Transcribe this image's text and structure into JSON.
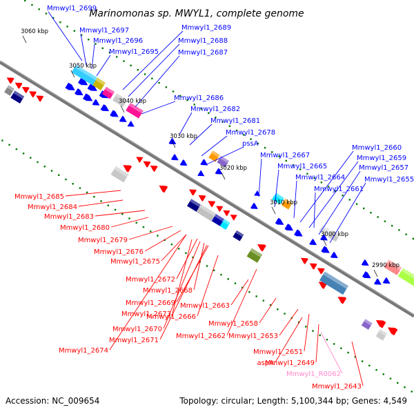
{
  "title": "Marinomonas sp. MWYL1, complete genome",
  "footer": {
    "accession": "Accession: NC_009654",
    "summary": "Topology: circular; Length: 5,100,344 bp; Genes: 4,549"
  },
  "colors": {
    "forward": "#0000ff",
    "reverse": "#ff0000",
    "rna": "#ff88cc",
    "ruler": "#007700",
    "backbone": "#666666"
  },
  "scale_labels": [
    "3060 kbp",
    "3050 kbp",
    "3040 kbp",
    "3030 kbp",
    "3020 kbp",
    "3010 kbp",
    "3000 kbp",
    "2990 kbp"
  ],
  "top_labels": [
    "Mmwyl1_2699",
    "Mmwyl1_2697",
    "Mmwyl1_2696",
    "Mmwyl1_2695",
    "Mmwyl1_2689",
    "Mmwyl1_2688",
    "Mmwyl1_2687",
    "Mmwyl1_2686",
    "Mmwyl1_2682",
    "Mmwyl1_2681",
    "Mmwyl1_2678",
    "pssA",
    "Mmwyl1_2667",
    "Mmwyl1_2665",
    "Mmwyl1_2664",
    "Mmwyl1_2660",
    "Mmwyl1_2659",
    "Mmwyl1_2657",
    "Mmwyl1_2661",
    "Mmwyl1_2655"
  ],
  "bottom_labels": [
    "Mmwyl1_2685",
    "Mmwyl1_2684",
    "Mmwyl1_2683",
    "Mmwyl1_2680",
    "Mmwyl1_2679",
    "Mmwyl1_2676",
    "Mmwyl1_2675",
    "Mmwyl1_2672",
    "Mmwyl1_2668",
    "Mmwyl1_2669",
    "Mmwyl1_2666",
    "Mmwyl1_2663",
    "Mmwyl1_2673",
    "Mmwyl1_2670",
    "Mmwyl1_2671",
    "Mmwyl1_2674",
    "Mmwyl1_2658",
    "Mmwyl1_2662",
    "Mmwyl1_2653",
    "Mmwyl1_2651",
    "aspA",
    "Mmwyl1_2649",
    "Mmwyl1_R0062",
    "Mmwyl1_2643"
  ]
}
